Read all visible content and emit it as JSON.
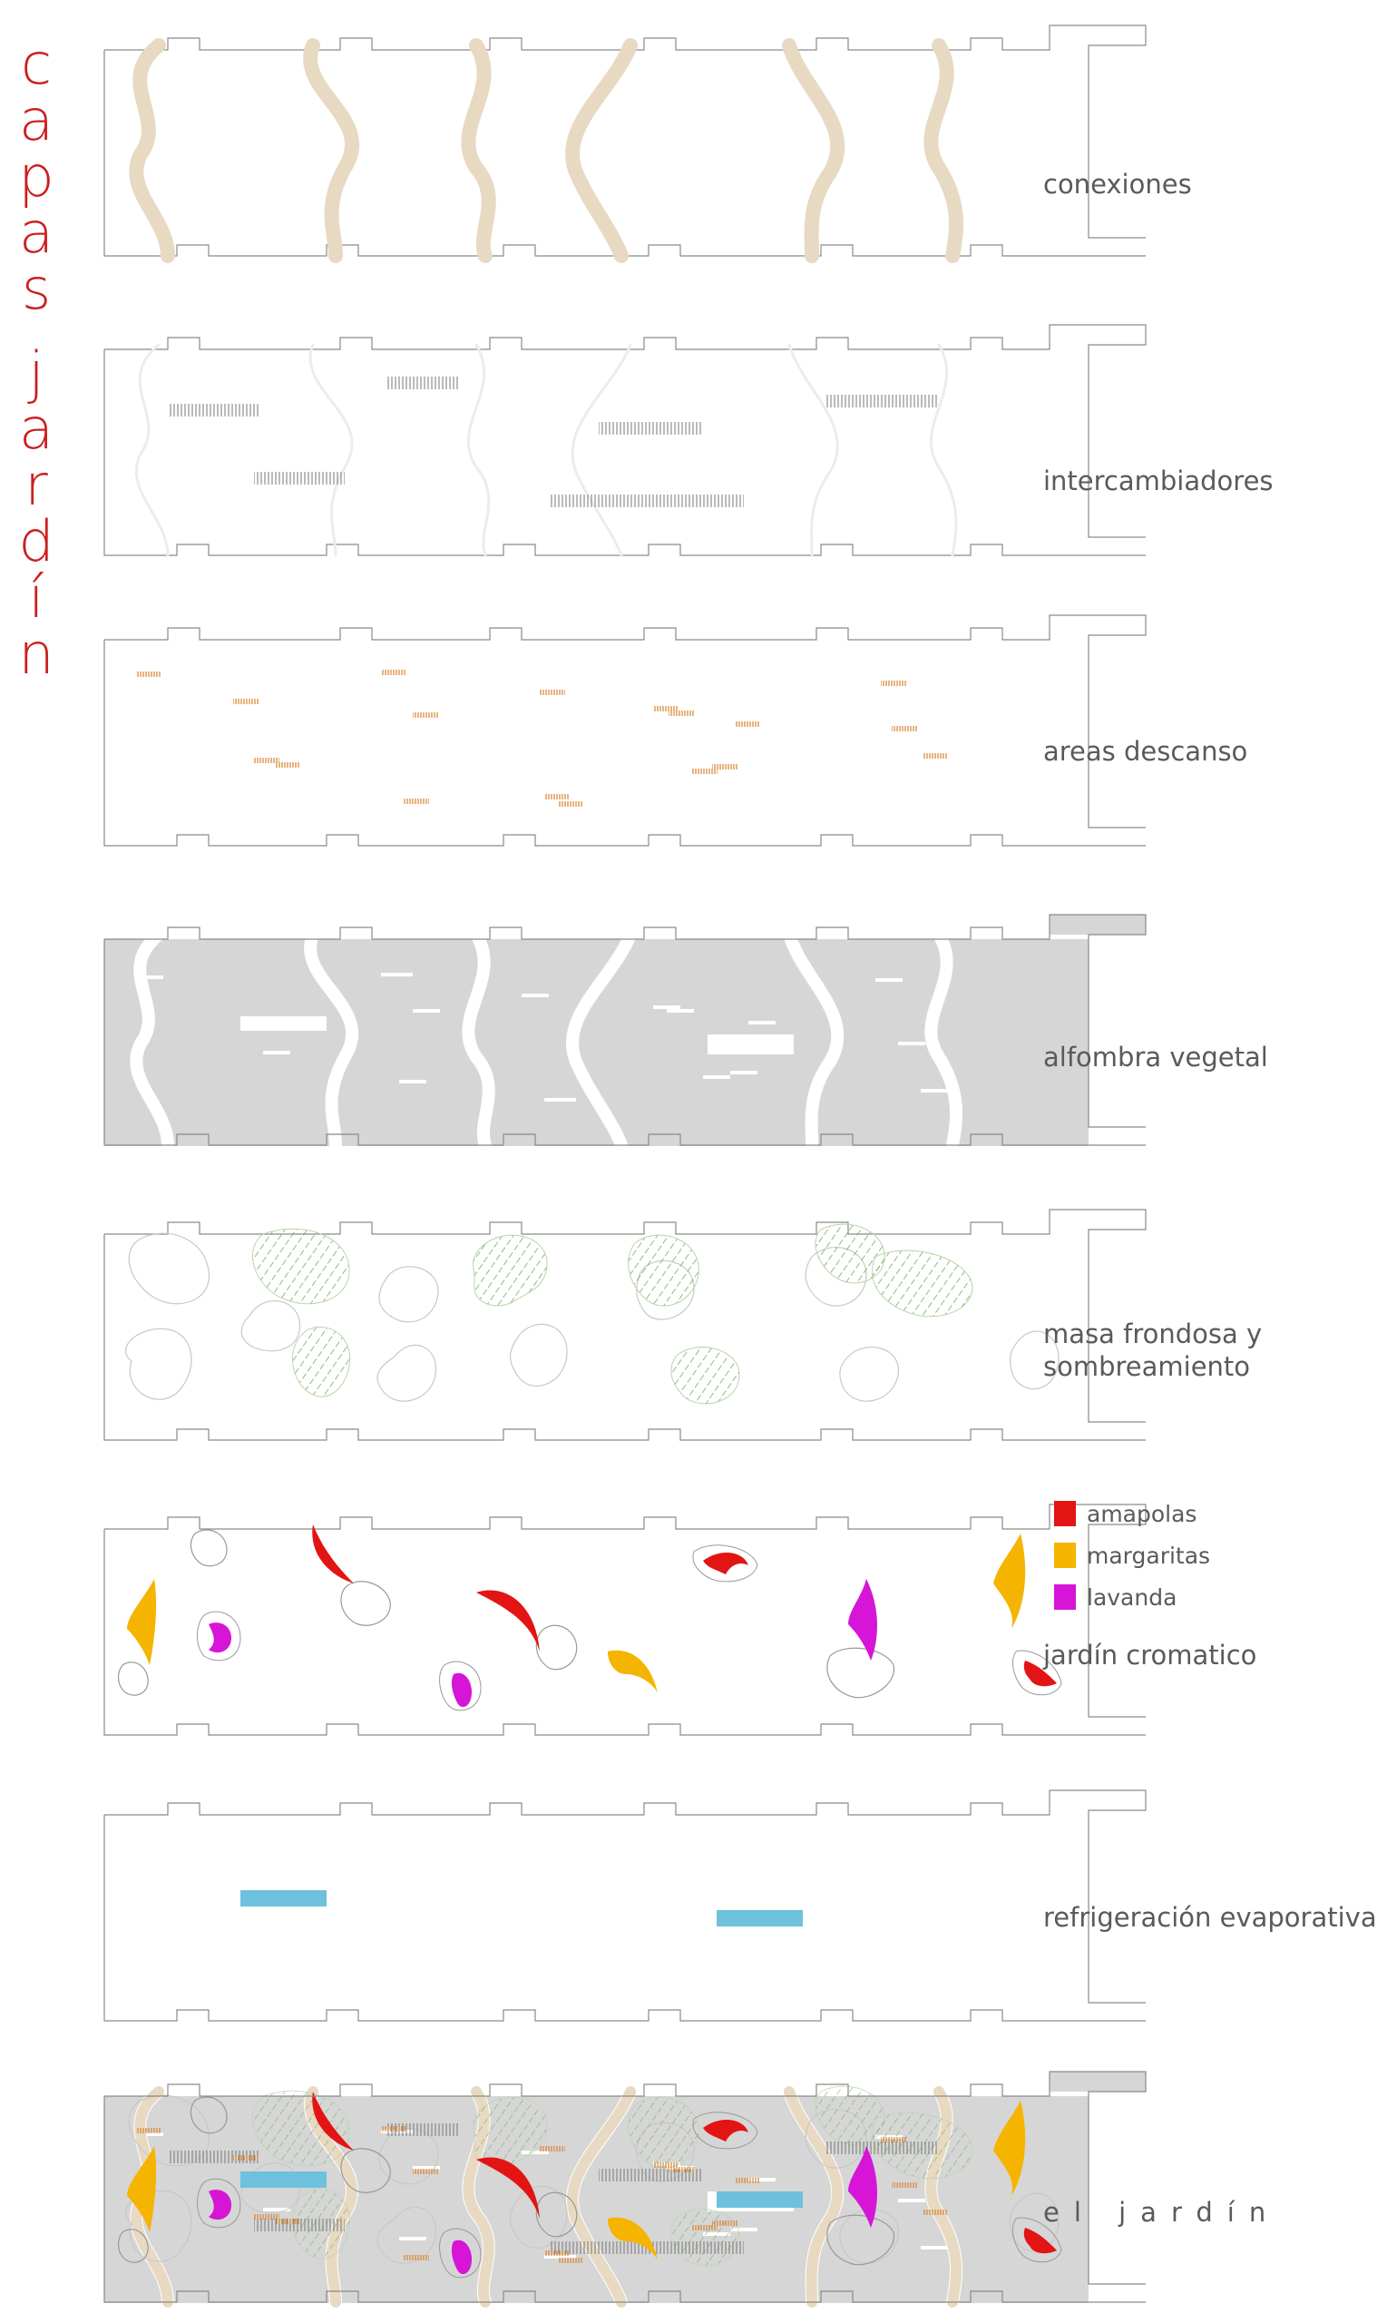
{
  "title_letters": [
    "c",
    "a",
    "p",
    "a",
    "s",
    "",
    "j",
    "a",
    "r",
    "d",
    "í",
    "n"
  ],
  "colors": {
    "accent": "#cc1f1f",
    "path": "#e8d9c2",
    "bench": "#d9822b",
    "carpet": "#d6d6d6",
    "foliage": "#6fae5c",
    "amapolas": "#e31414",
    "margaritas": "#f5b400",
    "lavanda": "#d615d6",
    "water": "#6ec1dc"
  },
  "layers": [
    {
      "id": "conexiones",
      "label": "conexiones"
    },
    {
      "id": "intercambiadores",
      "label": "intercambiadores"
    },
    {
      "id": "areas",
      "label": "areas descanso"
    },
    {
      "id": "alfombra",
      "label": "alfombra vegetal"
    },
    {
      "id": "masa",
      "label": "masa frondosa y sombreamiento"
    },
    {
      "id": "cromatico",
      "label": "jardín cromatico"
    },
    {
      "id": "refrigeracion",
      "label": "refrigeración evaporativa"
    },
    {
      "id": "jardin",
      "label": "el jardín"
    }
  ],
  "legend": [
    {
      "label": "amapolas",
      "color": "#e31414"
    },
    {
      "label": "margaritas",
      "color": "#f5b400"
    },
    {
      "label": "lavanda",
      "color": "#d615d6"
    }
  ]
}
